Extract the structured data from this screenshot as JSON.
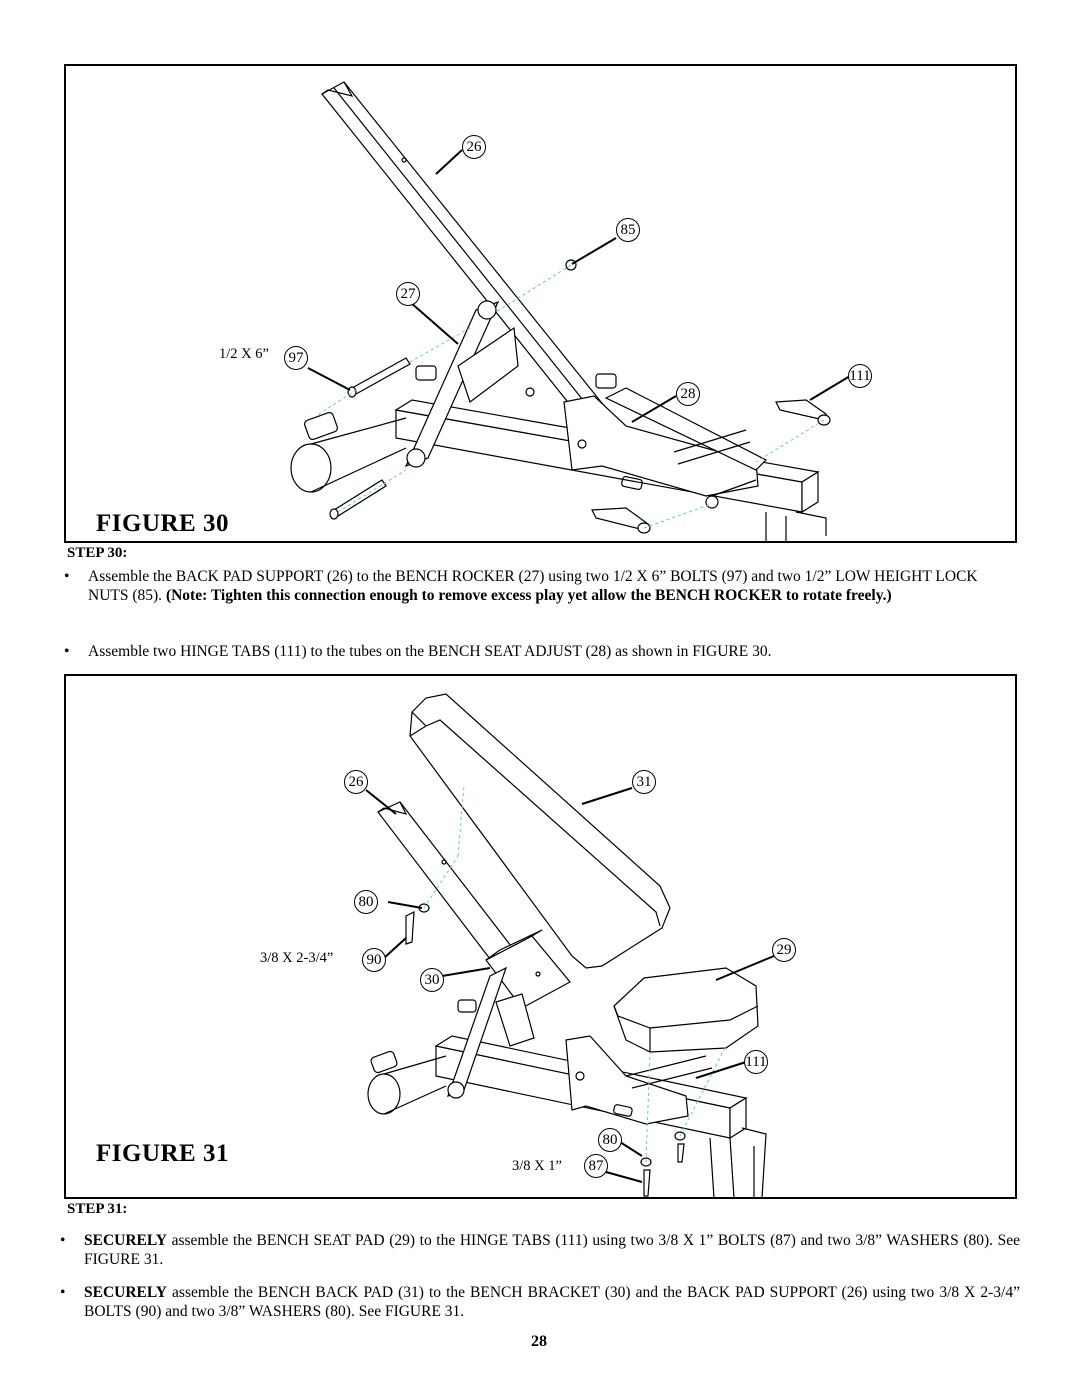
{
  "figure30": {
    "title": "FIGURE 30",
    "callouts": {
      "c26": "26",
      "c85": "85",
      "c27": "27",
      "c97": "97",
      "c111": "111",
      "c28": "28"
    },
    "bolt_label": "1/2 X 6”"
  },
  "step30": {
    "heading": "STEP 30:",
    "bullet1_a": "Assemble the BACK PAD SUPPORT (26) to the BENCH ROCKER (27) using two 1/2 X 6” BOLTS (97) and two 1/2” LOW HEIGHT LOCK NUTS (85). ",
    "bullet1_b": "(Note: Tighten this connection enough to remove excess play yet allow the BENCH ROCKER to rotate freely.)",
    "bullet2": "Assemble two HINGE TABS (111) to the tubes on the BENCH SEAT ADJUST (28) as shown in FIGURE 30."
  },
  "figure31": {
    "title": "FIGURE 31",
    "callouts": {
      "c26": "26",
      "c31": "31",
      "c80a": "80",
      "c90": "90",
      "c29": "29",
      "c30": "30",
      "c111": "111",
      "c80b": "80",
      "c87": "87"
    },
    "bolt90_label": "3/8 X 2-3/4”",
    "bolt87_label": "3/8 X 1”"
  },
  "step31": {
    "heading": "STEP 31:",
    "bullet1_bold": "SECURELY",
    "bullet1_rest": " assemble the BENCH SEAT PAD (29) to the HINGE TABS (111) using two 3/8 X 1” BOLTS (87) and two 3/8” WASHERS (80). See FIGURE 31.",
    "bullet2_bold": "SECURELY",
    "bullet2_rest": " assemble the BENCH BACK PAD (31) to the BENCH BRACKET (30) and the BACK PAD SUPPORT (26) using two 3/8 X 2-3/4” BOLTS (90) and two 3/8” WASHERS (80). See FIGURE 31."
  },
  "bullet_symbol": "•",
  "page_number": "28"
}
